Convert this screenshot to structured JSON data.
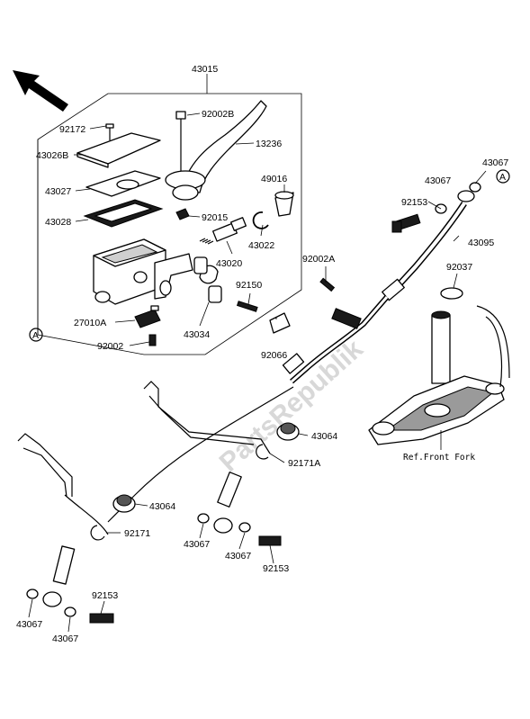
{
  "diagram": {
    "ref_note": "Ref.Front Fork",
    "watermark": "PartsRepublik",
    "callout_marker": "A",
    "labels": {
      "l43015": "43015",
      "l92172": "92172",
      "l92002B": "92002B",
      "l13236": "13236",
      "l43026B": "43026B",
      "l49016": "49016",
      "l43027": "43027",
      "l43028": "43028",
      "l92015": "92015",
      "l43022": "43022",
      "l43020": "43020",
      "l92150": "92150",
      "l27010A": "27010A",
      "l43034": "43034",
      "l92002": "92002",
      "l92066": "92066",
      "l92153a": "92153",
      "l43067a": "43067",
      "l43067b": "43067",
      "l43095": "43095",
      "l92002A": "92002A",
      "l92037": "92037",
      "l43064a": "43064",
      "l92171A": "92171A",
      "l43064b": "43064",
      "l92171": "92171",
      "l43067c": "43067",
      "l43067d": "43067",
      "l92153b": "92153",
      "l92153c": "92153",
      "l43067e": "43067",
      "l43067f": "43067"
    },
    "icons": [
      "arrow-front-icon",
      "reference-a-icon",
      "screw-icon",
      "banjo-bolt-icon",
      "washer-icon",
      "grommet-icon",
      "clamp-icon"
    ]
  }
}
